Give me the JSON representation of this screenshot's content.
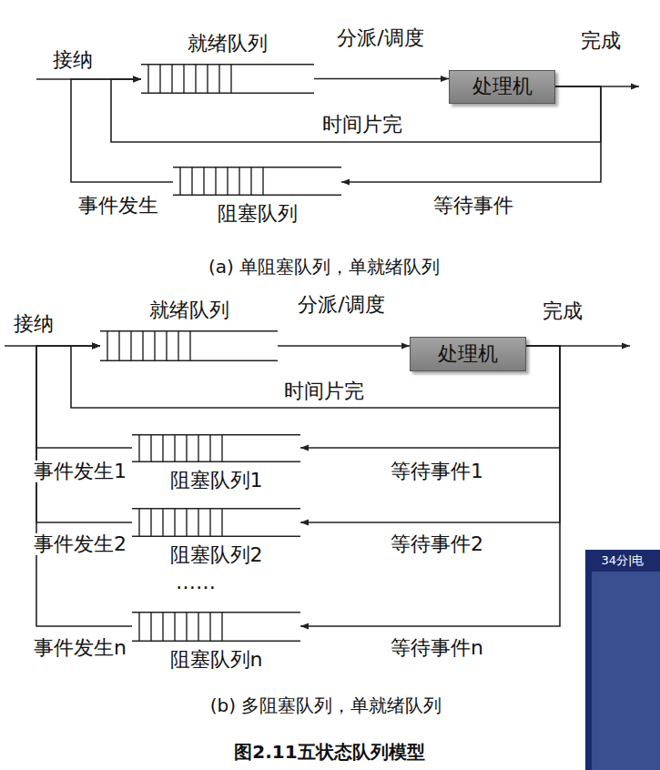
{
  "diagram": {
    "caption": "图2.11五状态队列模型",
    "nodes": [
      {
        "text": [
          "就绪队列"
        ]
      },
      {
        "text": [
          "处理机"
        ]
      },
      {
        "text": [
          "阻塞队列"
        ]
      },
      {
        "text": [
          "就绪队列"
        ]
      },
      {
        "text": [
          "处理机"
        ]
      },
      {
        "text": [
          "阻塞队列1"
        ]
      },
      {
        "text": [
          "阻塞队列2"
        ]
      },
      {
        "text": [
          "阻塞队列n"
        ]
      }
    ],
    "edges": [
      {
        "from": 0,
        "to": 1,
        "arrow": "to",
        "label": "分派/调度"
      },
      {
        "from": 1,
        "to": 0,
        "arrow": "to",
        "label": "时间片完"
      },
      {
        "from": 1,
        "to": 2,
        "arrow": "to",
        "label": "等待事件"
      },
      {
        "from": 2,
        "to": 0,
        "arrow": "to",
        "label": "事件发生"
      },
      {
        "from": 3,
        "to": 4,
        "arrow": "to",
        "label": "分派/调度"
      },
      {
        "from": 4,
        "to": 3,
        "arrow": "to",
        "label": "时间片完"
      },
      {
        "from": 4,
        "to": 5,
        "arrow": "to",
        "label": "等待事件1"
      },
      {
        "from": 5,
        "to": 3,
        "arrow": "to",
        "label": "事件发生1"
      },
      {
        "from": 4,
        "to": 6,
        "arrow": "to",
        "label": "等待事件2"
      },
      {
        "from": 6,
        "to": 3,
        "arrow": "to",
        "label": "事件发生2"
      },
      {
        "from": 4,
        "to": 7,
        "arrow": "to",
        "label": "等待事件n"
      },
      {
        "from": 7,
        "to": 3,
        "arrow": "to",
        "label": "事件发生n"
      }
    ],
    "labels": [
      "接纳",
      "完成",
      "接纳",
      "完成",
      "……",
      "(a) 单阻塞队列，单就绪队列",
      "(b) 多阻塞队列，单就绪队列",
      "34分|电"
    ]
  }
}
